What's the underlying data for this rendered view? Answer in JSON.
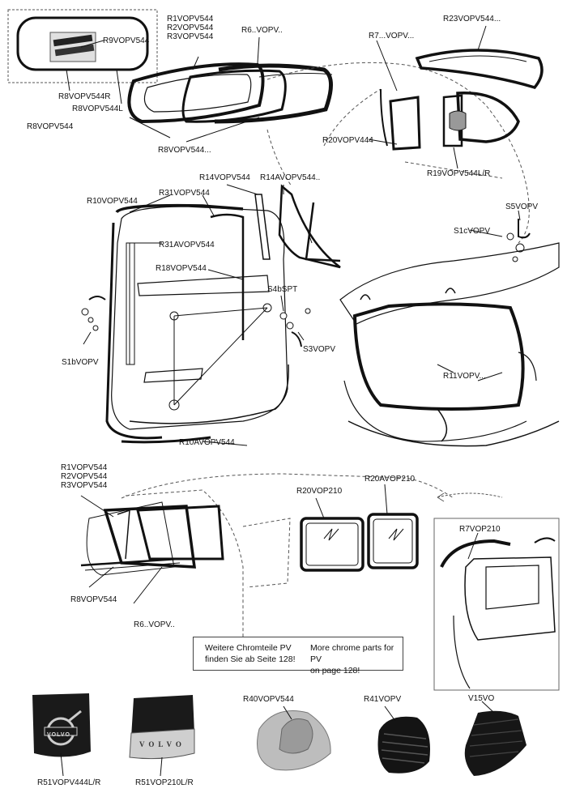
{
  "labels": {
    "r9": "R9VOPV544",
    "r8r": "R8VOPV544R",
    "r8l": "R8VOPV544L",
    "r8": "R8VOPV544",
    "top_stack": [
      "R1VOPV544",
      "R2VOPV544",
      "R3VOPV544"
    ],
    "r6": "R6..VOPV..",
    "r7": "R7...VOPV...",
    "r23": "R23VOPV544...",
    "r8dots": "R8VOPV544...",
    "r20": "R20VOPV444",
    "r19": "R19VOPV544L/R",
    "r14": "R14VOPV544",
    "r14a": "R14AVOPV544..",
    "r10": "R10VOPV544",
    "r31": "R31VOPV544",
    "r31a": "R31AVOPV544",
    "r18": "R18VOPV544",
    "s5": "S5VOPV",
    "s1c": "S1cVOPV",
    "s4b": "S4bSPT",
    "s3": "S3VOPV",
    "s1b": "S1bVOPV",
    "r11": "R11VOPV...",
    "r10a": "R10AVOPV544",
    "mid_stack": [
      "R1VOPV544",
      "R2VOPV544",
      "R3VOPV544"
    ],
    "r20avop": "R20AVOP210",
    "r20vop": "R20VOP210",
    "r7vop": "R7VOP210",
    "r8b": "R8VOPV544",
    "r6b": "R6..VOPV..",
    "r40": "R40VOPV544",
    "r41": "R41VOPV",
    "v15": "V15VO",
    "r51a": "R51VOPV444L/R",
    "r51b": "R51VOP210L/R"
  },
  "note": {
    "de": [
      "Weitere Chromteile PV",
      "finden Sie ab Seite 128!"
    ],
    "en": [
      "More chrome parts for PV",
      "on page 128!"
    ]
  },
  "mudflaps": {
    "brand": "VOLVO"
  },
  "icons": [
    "rear-window-seal-icon",
    "windshield-seal-icon",
    "door-seal-icon",
    "trunk-seal-icon",
    "mud-flap-icon",
    "pedal-pad-icon"
  ],
  "colors": {
    "line": "#111111",
    "dashed": "#555555",
    "rubber": "#1a1a1a",
    "chrome": "#bfbfbf"
  }
}
